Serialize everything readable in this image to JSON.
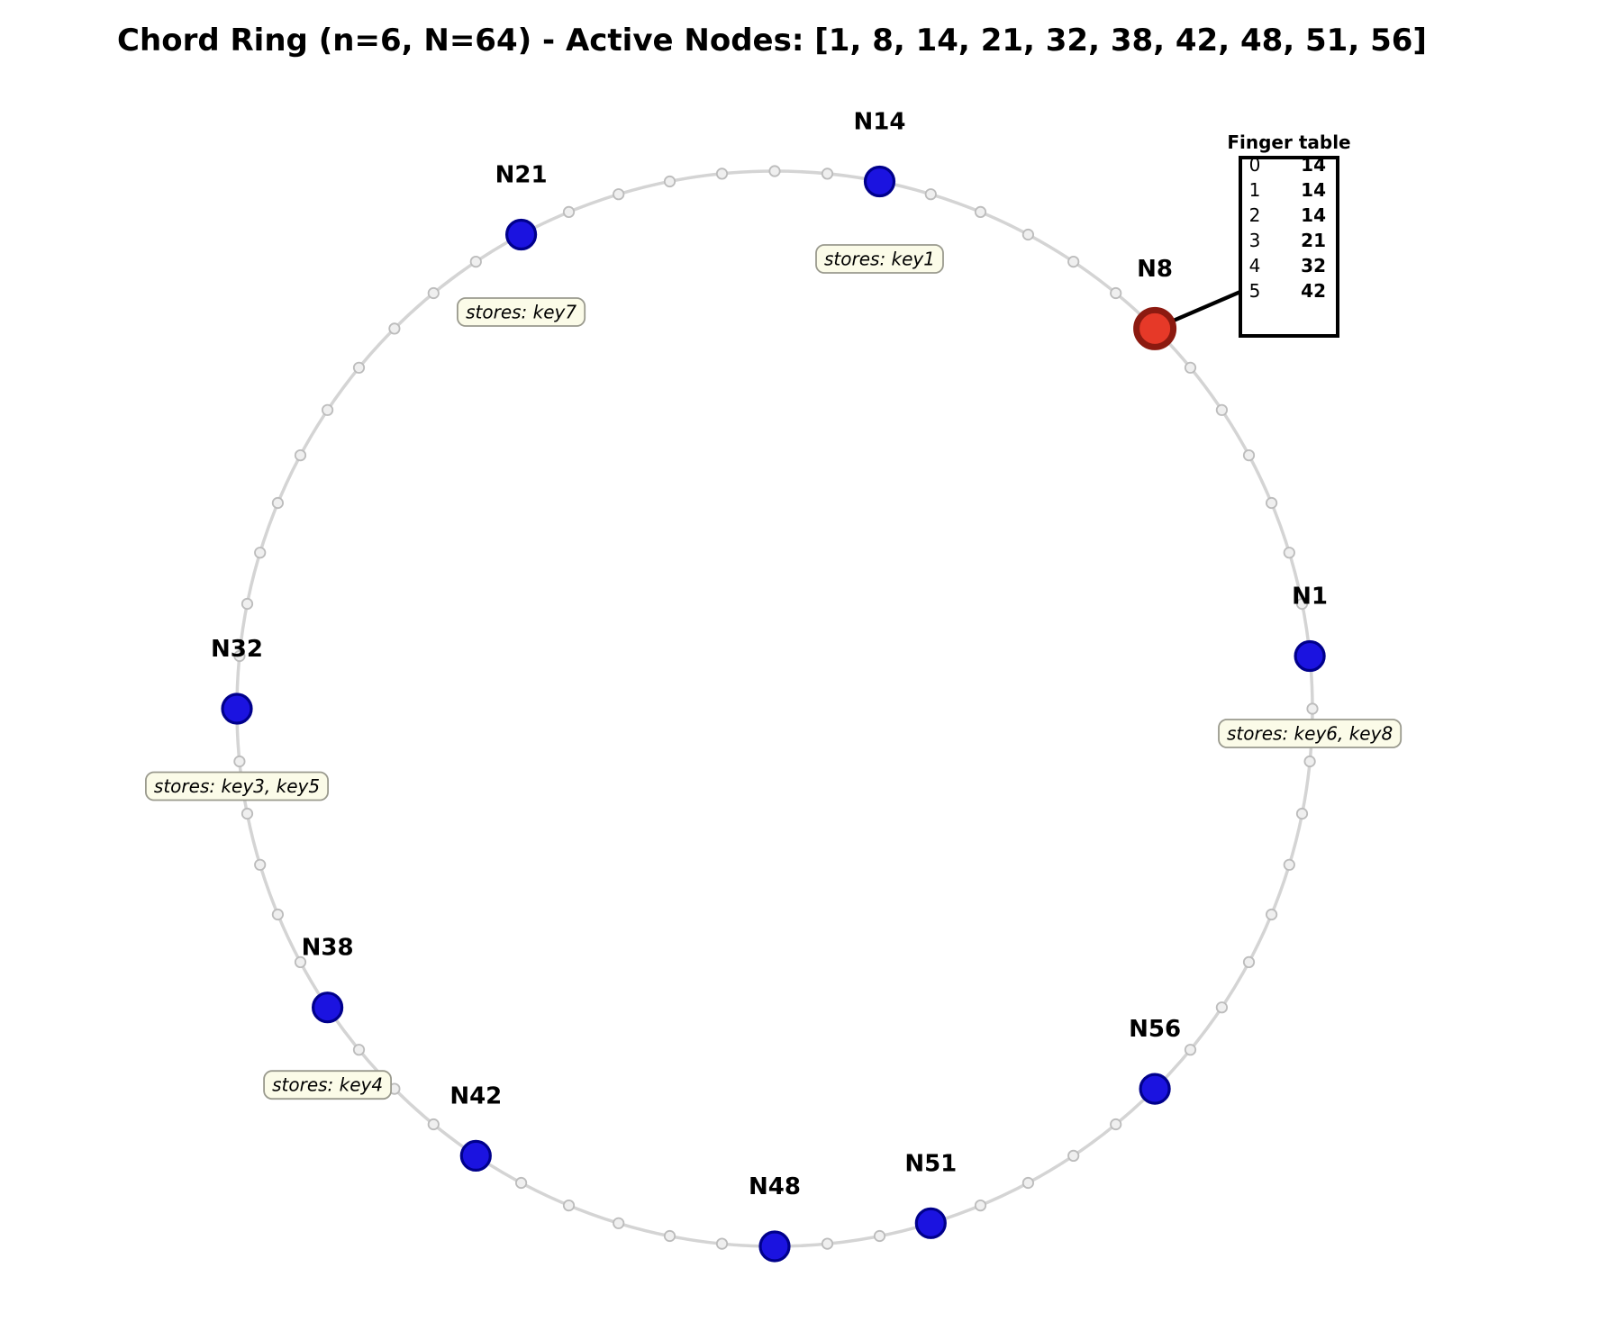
{
  "title": "Chord Ring (n=6, N=64) - Active Nodes: [1, 8, 14, 21, 32, 38, 42, 48, 51, 56]",
  "ring": {
    "slots": 64
  },
  "nodes": [
    {
      "id": 1,
      "label": "N1",
      "stores": "stores: key6, key8",
      "highlight": false
    },
    {
      "id": 8,
      "label": "N8",
      "stores": null,
      "highlight": true
    },
    {
      "id": 14,
      "label": "N14",
      "stores": "stores: key1",
      "highlight": false
    },
    {
      "id": 21,
      "label": "N21",
      "stores": "stores: key7",
      "highlight": false
    },
    {
      "id": 32,
      "label": "N32",
      "stores": "stores: key3, key5",
      "highlight": false
    },
    {
      "id": 38,
      "label": "N38",
      "stores": "stores: key4",
      "highlight": false
    },
    {
      "id": 42,
      "label": "N42",
      "stores": null,
      "highlight": false
    },
    {
      "id": 48,
      "label": "N48",
      "stores": null,
      "highlight": false
    },
    {
      "id": 51,
      "label": "N51",
      "stores": null,
      "highlight": false
    },
    {
      "id": 56,
      "label": "N56",
      "stores": null,
      "highlight": false
    }
  ],
  "finger_table": {
    "title": "Finger table",
    "owner": "N8",
    "rows": [
      {
        "index": "0",
        "value": "14"
      },
      {
        "index": "1",
        "value": "14"
      },
      {
        "index": "2",
        "value": "14"
      },
      {
        "index": "3",
        "value": "21"
      },
      {
        "index": "4",
        "value": "32"
      },
      {
        "index": "5",
        "value": "42"
      }
    ]
  },
  "colors": {
    "ring": "#d4d4d4",
    "slot_fill": "#efefef",
    "slot_stroke": "#bcbcbc",
    "node_fill": "#1b13e0",
    "node_stroke": "#00008b",
    "highlight_fill": "#e63928",
    "highlight_stroke": "#8c1a10",
    "stores_bg": "#fbfbe8",
    "stores_border": "#9a9a8e",
    "connector": "#000000",
    "text": "#000000"
  }
}
